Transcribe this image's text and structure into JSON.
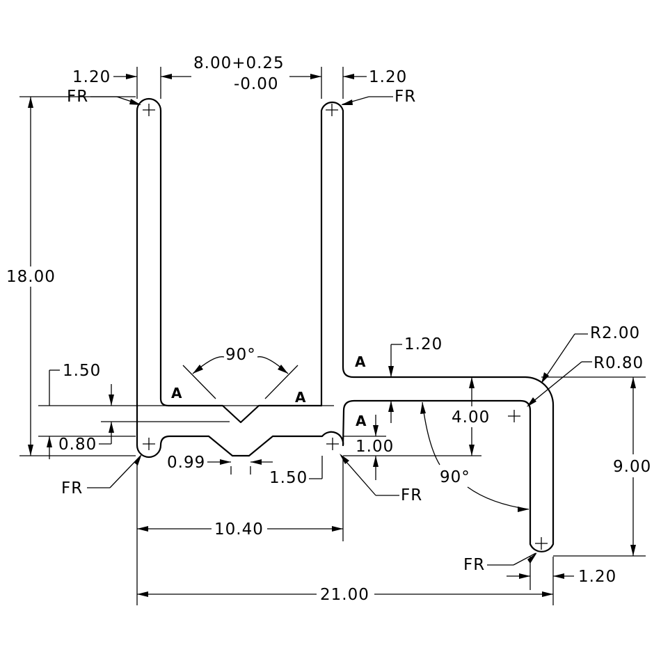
{
  "dimensions": {
    "left_wall_thickness": "1.20",
    "right_wall_thickness": "1.20",
    "gap_nominal": "8.00+0.25",
    "gap_lower_tol": "-0.00",
    "height_overall": "18.00",
    "v_angle": "90°",
    "step_150": "1.50",
    "base_080": "0.80",
    "notch_099": "0.99",
    "notch_150": "1.50",
    "arm_thickness": "1.20",
    "arm_height": "4.00",
    "arm_step": "1.00",
    "bend_angle": "90°",
    "outer_radius": "R2.00",
    "inner_radius": "R0.80",
    "drop_900": "9.00",
    "foot_thickness": "1.20",
    "span_1040": "10.40",
    "span_2100": "21.00"
  },
  "labels": {
    "fr": "FR",
    "datum": "A"
  }
}
